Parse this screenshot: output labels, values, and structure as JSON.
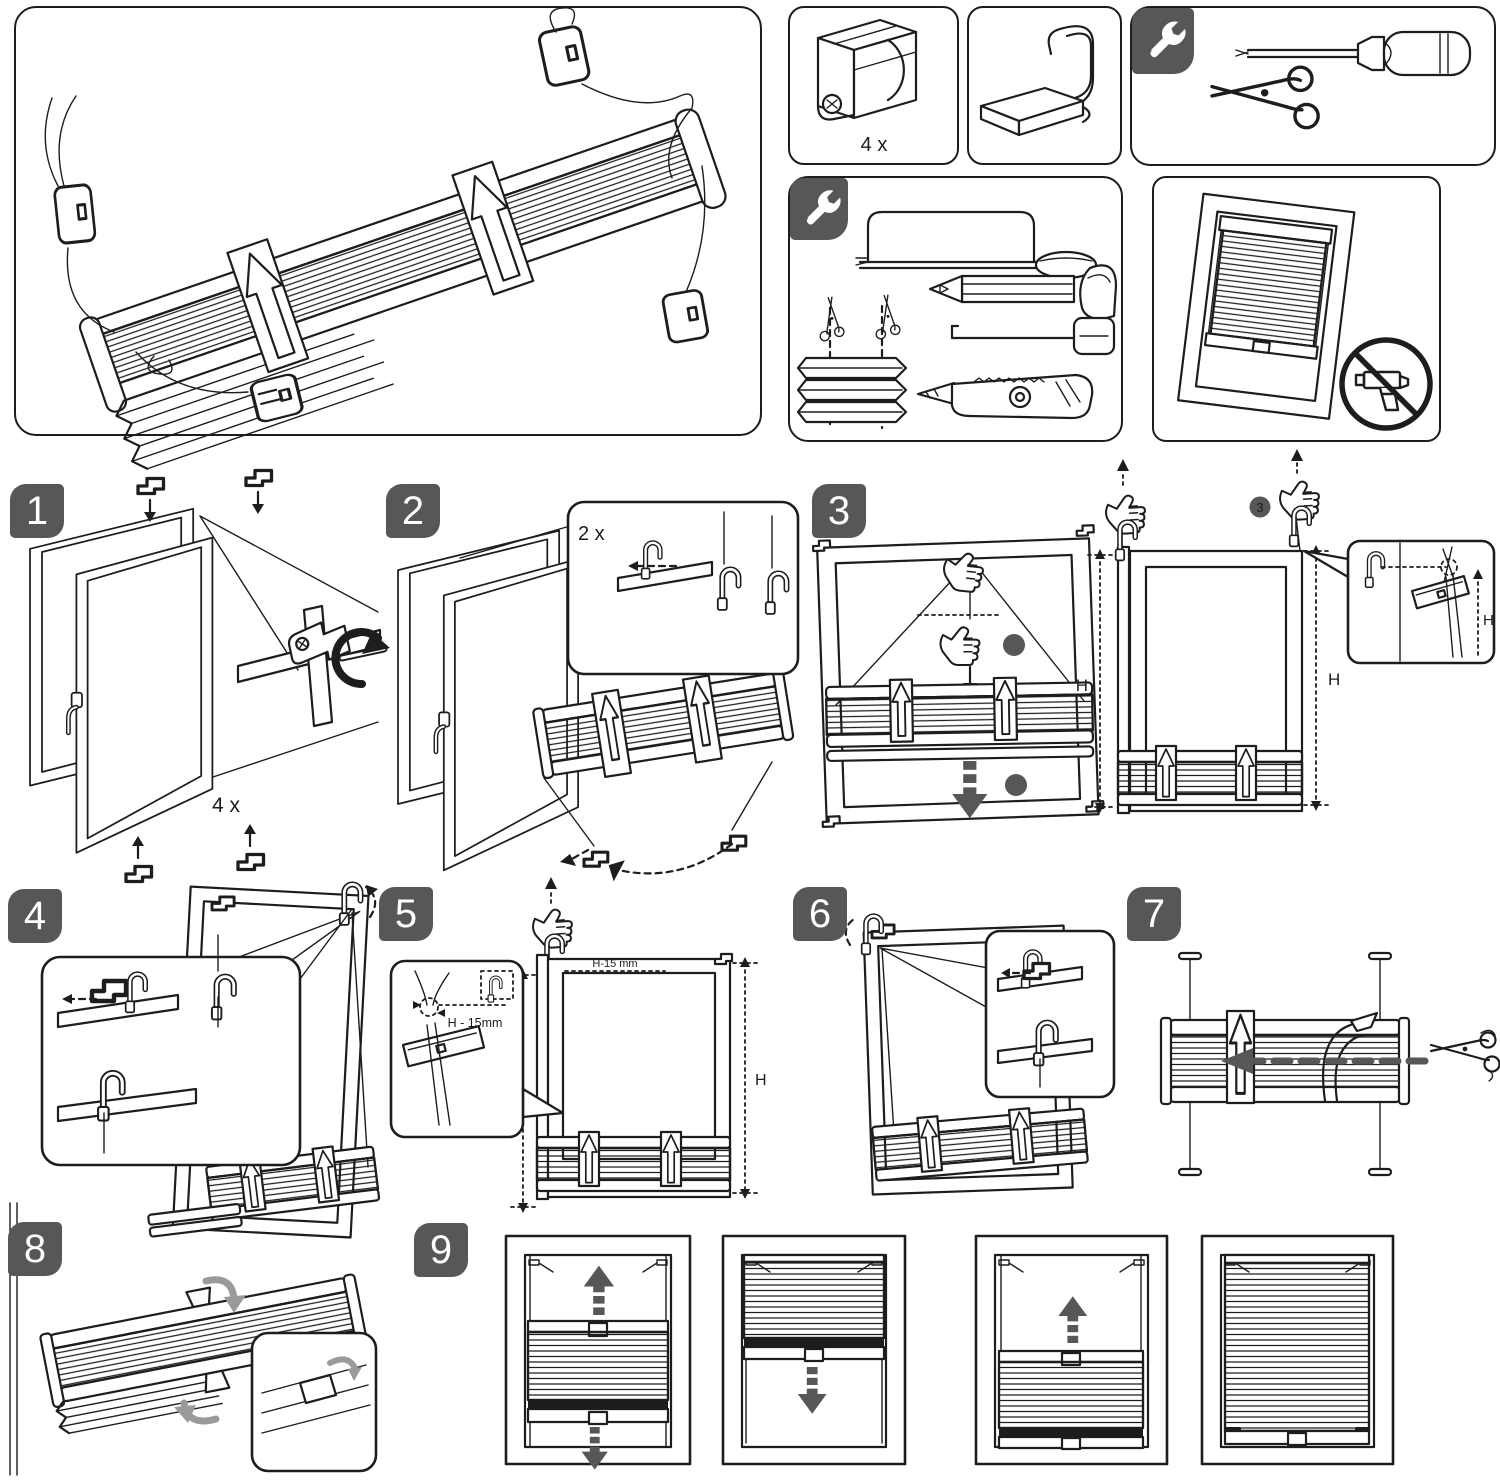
{
  "colors": {
    "line": "#1d1d1b",
    "badge_bg": "#575756",
    "badge_text": "#ffffff",
    "segment_arrow_gray": "#575756",
    "peel_arrow_gray": "#9a9a99",
    "paper": "#ffffff"
  },
  "parts": {
    "package": {
      "icon": "packaged-pleated-blind-bundle"
    },
    "brackets": {
      "icon": "clamp-bracket-part",
      "qty": "4 x"
    },
    "hanger": {
      "icon": "hanger-hook-part"
    },
    "tools_required": {
      "badge_icon": "wrench-icon",
      "icons": [
        "scissors-icon",
        "screwdriver-icon"
      ]
    },
    "tools_prep": {
      "badge_icon": "wrench-icon",
      "icons": [
        "hacksaw-icon",
        "scissors-icon",
        "cut-lines-icon",
        "pencil-icon",
        "smoothing-tool-icon",
        "tape-measure-icon",
        "utility-knife-icon",
        "pleated-fabric-icon"
      ]
    },
    "overview": {
      "icons": [
        "window-with-pleated-blind-icon",
        "no-drilling-icon"
      ]
    }
  },
  "steps": {
    "s1": {
      "number": "1",
      "qty": "4 x",
      "icons": [
        "open-window-icon",
        "clamp-bracket-icon",
        "screwdriver-icon",
        "turn-arrow-icon"
      ]
    },
    "s2": {
      "number": "2",
      "qty": "2 x",
      "icons": [
        "open-window-icon",
        "packed-blind-icon",
        "hanger-hook-icon",
        "swing-arrow-icon"
      ]
    },
    "s3": {
      "number": "3",
      "h": "H",
      "marker": "3",
      "icons": [
        "hand-pull-cord-icon",
        "hand-pull-hook-icon",
        "height-dimension-icon",
        "knot-detail-icon"
      ]
    },
    "s4": {
      "number": "4",
      "icons": [
        "tilted-window-icon",
        "hook-on-bead-detail-icon"
      ]
    },
    "s5": {
      "number": "5",
      "h": "H",
      "h_minus": "H - 15mm",
      "h_minus_top": "H-15 mm",
      "icons": [
        "hand-pull-hook-icon",
        "height-dimension-icon",
        "knot-position-detail-icon"
      ]
    },
    "s6": {
      "number": "6",
      "icons": [
        "tilted-window-icon",
        "hook-on-bead-detail-icon"
      ]
    },
    "s7": {
      "number": "7",
      "icons": [
        "packed-blind-icon",
        "cut-strap-arrow-icon",
        "scissors-icon"
      ]
    },
    "s8": {
      "number": "8",
      "icons": [
        "packed-blind-icon",
        "peel-tab-arrow-icon",
        "peel-tab-detail-icon"
      ]
    },
    "s9": {
      "number": "9",
      "icons": [
        "blind-middle-both-arrows-icon",
        "blind-top-pull-down-icon",
        "blind-bottom-push-up-icon",
        "blind-closed-icon"
      ]
    }
  }
}
